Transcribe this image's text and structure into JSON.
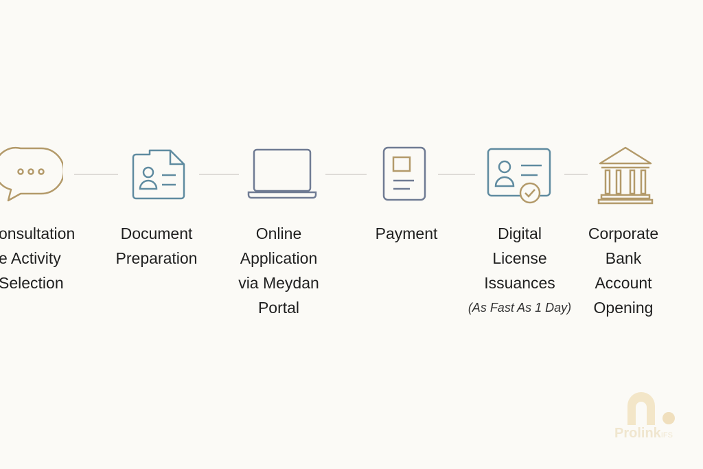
{
  "steps": [
    {
      "icon": "speech-bubble-icon",
      "lines": [
        "onsultation",
        "e Activity",
        "Selection"
      ]
    },
    {
      "icon": "id-document-icon",
      "lines": [
        "Document",
        "Preparation"
      ]
    },
    {
      "icon": "laptop-icon",
      "lines": [
        "Online",
        "Application",
        "via Meydan",
        "Portal"
      ]
    },
    {
      "icon": "payment-card-icon",
      "lines": [
        "Payment"
      ]
    },
    {
      "icon": "license-check-icon",
      "lines": [
        "Digital",
        "License",
        "Issuances"
      ],
      "note": "(As Fast As 1 Day)"
    },
    {
      "icon": "bank-icon",
      "lines": [
        "Corporate",
        "Bank",
        "Account",
        "Opening"
      ]
    }
  ],
  "watermark": {
    "brand": "Prolink",
    "suffix": "IFS"
  },
  "colors": {
    "gold": "#b39a6a",
    "blue": "#5f8ba0",
    "slate": "#6f7b93",
    "connector": "#dedcd8",
    "background": "#fbfaf6"
  }
}
